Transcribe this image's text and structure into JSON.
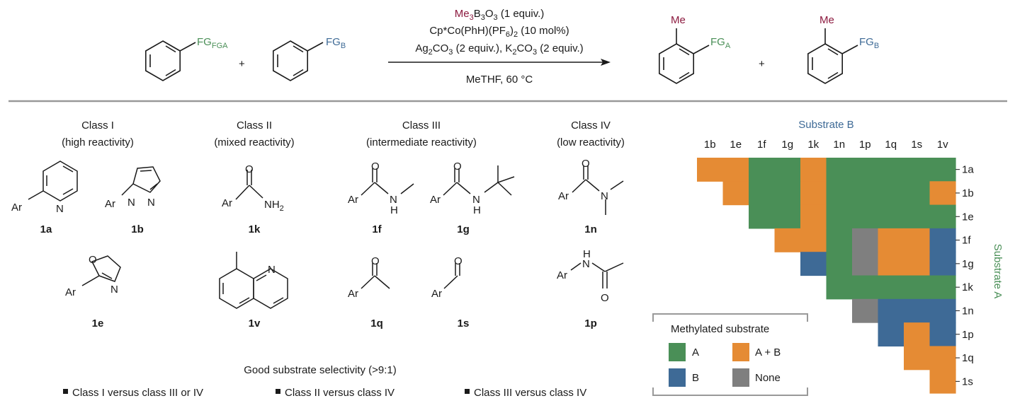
{
  "colors": {
    "A": "#4a8f57",
    "B": "#3e6a96",
    "AB": "#e58b34",
    "None": "#7f7f7f",
    "methyl": "#8c1a3f",
    "fgA": "#4a8f57",
    "fgB": "#3e6a96",
    "line": "#1a1a1a",
    "rule": "#999999"
  },
  "scheme": {
    "reagent_line1": "Me3B3O3 (1 equiv.)",
    "reagent_line2": "Cp*Co(PhH)(PF6)2 (10 mol%)",
    "reagent_line3": "Ag2CO3 (2 equiv.), K2CO3 (2 equiv.)",
    "conditions": "MeTHF, 60 °C",
    "fgA": "FGA",
    "fgB": "FGB",
    "me": "Me",
    "plus": "+"
  },
  "classes": [
    {
      "name": "Class I",
      "desc": "(high reactivity)"
    },
    {
      "name": "Class II",
      "desc": "(mixed reactivity)"
    },
    {
      "name": "Class III",
      "desc": "(intermediate reactivity)"
    },
    {
      "name": "Class IV",
      "desc": "(low reactivity)"
    }
  ],
  "compounds": {
    "1a": "1a",
    "1b": "1b",
    "1e": "1e",
    "1k": "1k",
    "1v": "1v",
    "1f": "1f",
    "1g": "1g",
    "1q": "1q",
    "1s": "1s",
    "1n": "1n",
    "1p": "1p"
  },
  "atoms": {
    "ar": "Ar",
    "n": "N",
    "o": "O",
    "h": "H",
    "nh2": "NH2"
  },
  "selectivity": {
    "title": "Good substrate selectivity (>9:1)",
    "items": [
      "Class I versus class III or IV",
      "Class II versus class IV",
      "Class III versus class IV"
    ]
  },
  "legend": {
    "title": "Methylated substrate",
    "entries": [
      {
        "key": "A",
        "label": "A"
      },
      {
        "key": "AB",
        "label": "A + B"
      },
      {
        "key": "B",
        "label": "B"
      },
      {
        "key": "None",
        "label": "None"
      }
    ]
  },
  "chart_data": {
    "type": "heatmap",
    "xlabel": "Substrate B",
    "ylabel": "Substrate A",
    "columns": [
      "1b",
      "1e",
      "1f",
      "1g",
      "1k",
      "1n",
      "1p",
      "1q",
      "1s",
      "1v"
    ],
    "rows": [
      "1a",
      "1b",
      "1e",
      "1f",
      "1g",
      "1k",
      "1n",
      "1p",
      "1q",
      "1s"
    ],
    "cells": [
      [
        "AB",
        "AB",
        "A",
        "A",
        "AB",
        "A",
        "A",
        "A",
        "A",
        "A"
      ],
      [
        null,
        "AB",
        "A",
        "A",
        "AB",
        "A",
        "A",
        "A",
        "A",
        "AB"
      ],
      [
        null,
        null,
        "A",
        "A",
        "AB",
        "A",
        "A",
        "A",
        "A",
        "A"
      ],
      [
        null,
        null,
        null,
        "AB",
        "AB",
        "A",
        "None",
        "AB",
        "AB",
        "B"
      ],
      [
        null,
        null,
        null,
        null,
        "B",
        "A",
        "None",
        "AB",
        "AB",
        "B"
      ],
      [
        null,
        null,
        null,
        null,
        null,
        "A",
        "A",
        "A",
        "A",
        "A"
      ],
      [
        null,
        null,
        null,
        null,
        null,
        null,
        "None",
        "B",
        "B",
        "B"
      ],
      [
        null,
        null,
        null,
        null,
        null,
        null,
        null,
        "B",
        "AB",
        "B"
      ],
      [
        null,
        null,
        null,
        null,
        null,
        null,
        null,
        null,
        "AB",
        "AB"
      ],
      [
        null,
        null,
        null,
        null,
        null,
        null,
        null,
        null,
        null,
        "AB"
      ]
    ]
  }
}
